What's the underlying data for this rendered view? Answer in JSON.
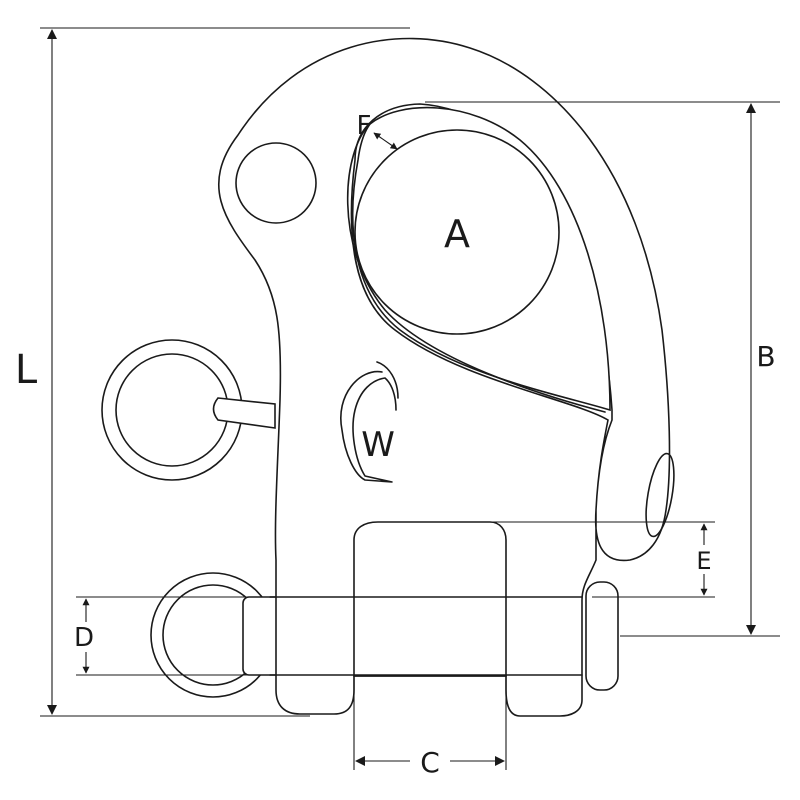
{
  "colors": {
    "stroke": "#1a1a1a",
    "background": "#ffffff"
  },
  "labels": {
    "overall_length": "L",
    "opening_height": "B",
    "jaw_width": "C",
    "pin_diameter": "D",
    "jaw_gap": "E",
    "wire_thickness": "F",
    "bail_opening": "A"
  },
  "logo": {
    "letter": "W"
  }
}
